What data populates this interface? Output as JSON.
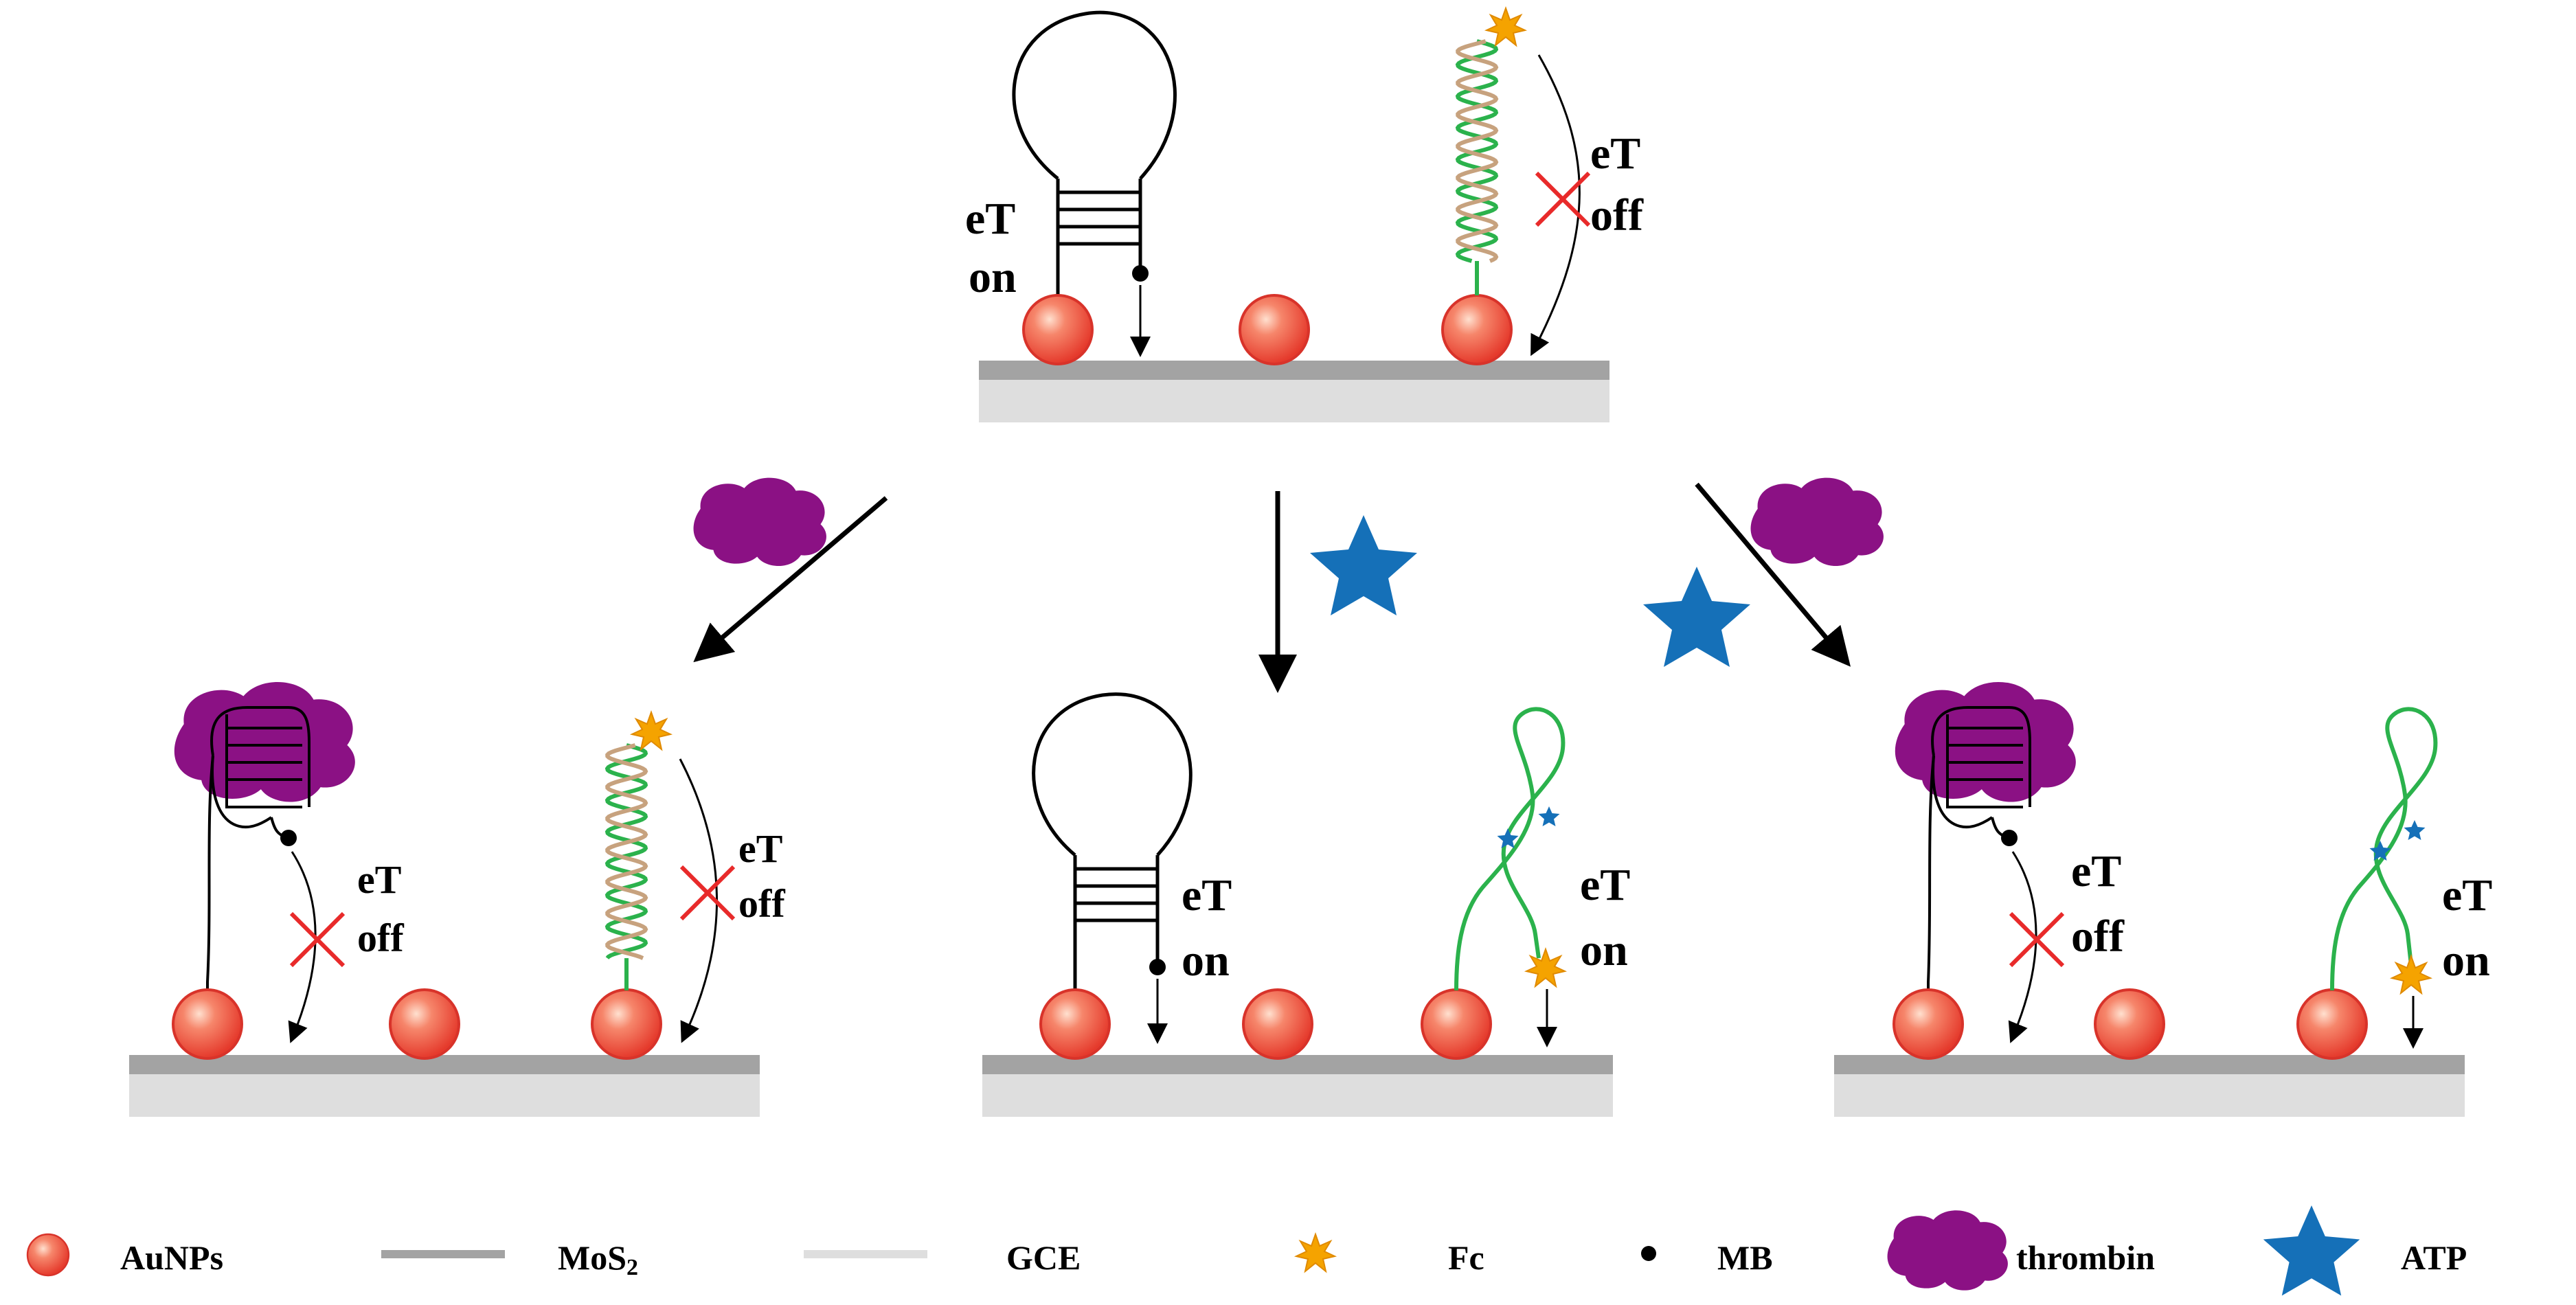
{
  "labels": {
    "et": "eT",
    "on": "on",
    "off": "off"
  },
  "legend": {
    "aunps": "AuNPs",
    "mos2_prefix": "MoS",
    "mos2_sub": "2",
    "gce": "GCE",
    "fc": "Fc",
    "mb": "MB",
    "thrombin": "thrombin",
    "atp": "ATP"
  },
  "colors": {
    "aunp": "#e8483a",
    "mos2": "#a3a3a3",
    "gce": "#dedede",
    "fc": "#f5a300",
    "mb": "#000000",
    "thrombin": "#8b1184",
    "atp": "#1570b8",
    "strand_green": "#2bb24c",
    "strand_tan": "#c7a27e",
    "blocked_x": "#e82a2a"
  }
}
